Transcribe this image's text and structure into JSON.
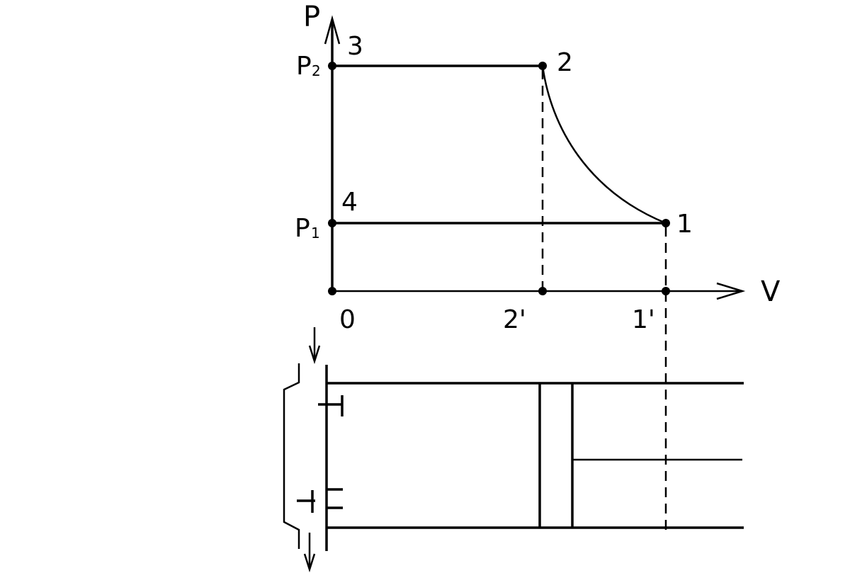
{
  "axes": {
    "y_label": "P",
    "x_label": "V"
  },
  "pressure_labels": {
    "p2": {
      "main": "P",
      "sub": "2"
    },
    "p1": {
      "main": "P",
      "sub": "1"
    }
  },
  "points": {
    "p1": "1",
    "p2": "2",
    "p3": "3",
    "p4": "4"
  },
  "volume_ticks": {
    "origin": "0",
    "v2": "2'",
    "v1": "1'"
  }
}
